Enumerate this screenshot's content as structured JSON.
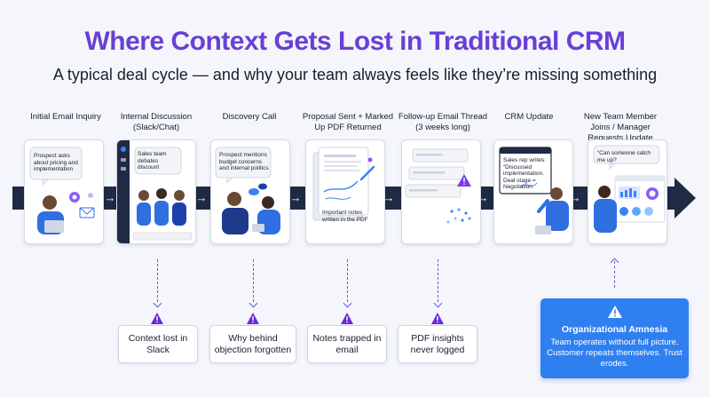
{
  "title": "Where Context Gets Lost in Traditional CRM",
  "subtitle": "A typical deal cycle — and why your team always feels like they’re missing something",
  "colors": {
    "title": "#6a3fd6",
    "timeline": "#1f2a44",
    "accent_purple": "#7a4fe0",
    "accent_blue": "#2f7ff0"
  },
  "stages": [
    {
      "label": "Initial Email Inquiry",
      "bubble": "Prospect asks about pricing and implementation"
    },
    {
      "label": "Internal Discussion (Slack/Chat)",
      "bubble": "Sales team debates discount"
    },
    {
      "label": "Discovery Call",
      "bubble": "Prospect mentions budget concerns and internal politics"
    },
    {
      "label": "Proposal Sent + Marked Up PDF Returned",
      "bubble": "Important notes written in the PDF"
    },
    {
      "label": "Follow-up Email Thread (3 weeks long)",
      "bubble": ""
    },
    {
      "label": "CRM Update",
      "bubble": "Sales rep writes: “Discussed implementation. Deal stage = Negotiation"
    },
    {
      "label": "New Team Member Joins / Manager Requests Update",
      "bubble": "“Can someone catch me up?"
    }
  ],
  "losses": [
    {
      "text": "Context lost in Slack"
    },
    {
      "text": "Why behind objection forgotten"
    },
    {
      "text": "Notes trapped in email"
    },
    {
      "text": "PDF insights never logged"
    }
  ],
  "amnesia": {
    "title": "Organizational Amnesia",
    "body": "Team operates without full picture. Customer repeats themselves. Trust erodes."
  }
}
